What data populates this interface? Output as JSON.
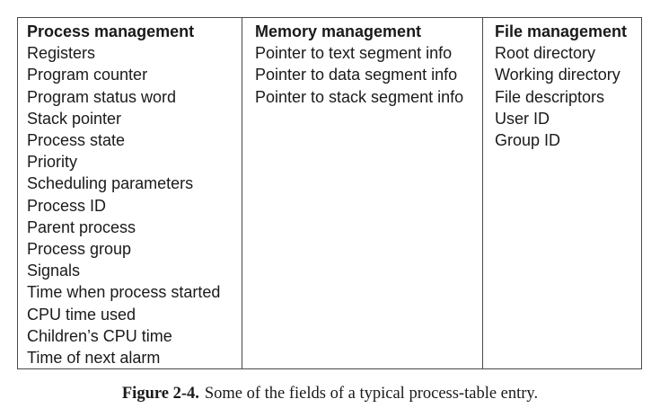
{
  "columns": [
    {
      "heading": "Process management",
      "items": [
        "Registers",
        "Program counter",
        "Program status word",
        "Stack pointer",
        "Process state",
        "Priority",
        "Scheduling parameters",
        "Process ID",
        "Parent process",
        "Process group",
        "Signals",
        "Time when process started",
        "CPU time used",
        "Children’s CPU time",
        "Time of next alarm"
      ]
    },
    {
      "heading": "Memory management",
      "items": [
        "Pointer to text segment info",
        "Pointer to data segment info",
        "Pointer to stack segment info"
      ]
    },
    {
      "heading": "File management",
      "items": [
        "Root directory",
        "Working directory",
        "File descriptors",
        "User ID",
        "Group ID"
      ]
    }
  ],
  "caption": {
    "label": "Figure 2-4.",
    "text": "Some of the fields of a typical process-table entry."
  }
}
